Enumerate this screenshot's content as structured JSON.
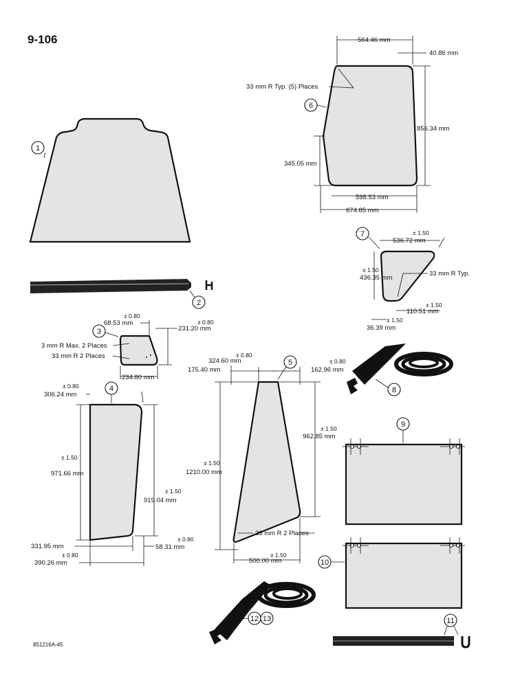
{
  "page": {
    "number": "9-106",
    "figure_code": "851216A-45"
  },
  "callouts": {
    "c1": "1",
    "c2": "2",
    "c3": "3",
    "c4": "4",
    "c5": "5",
    "c6": "6",
    "c7": "7",
    "c8": "8",
    "c9": "9",
    "c10": "10",
    "c11": "11",
    "c12": "12",
    "c13": "13"
  },
  "part6": {
    "top_width": "564.46 mm",
    "offset": "40.86 mm",
    "height": "856.34 mm",
    "lower_height": "345.05 mm",
    "bottom_inner": "598.53 mm",
    "bottom_overall": "674.85 mm",
    "radius_note": "33 mm R Typ. (5) Places"
  },
  "part7": {
    "tol_top": "± 1.50",
    "width": "536.72 mm",
    "tol_left": "± 1.50",
    "height": "436.35 mm",
    "radius_note": "33 mm R Typ.",
    "tol_bottom": "± 1.50",
    "bottom_width": "110.51 mm",
    "tol_offset": "± 1.50",
    "offset": "36.39 mm"
  },
  "part3": {
    "tol_top": "± 0.80",
    "top_width": "68.53 mm",
    "tol_height": "± 0.80",
    "height": "231.20 mm",
    "note_a": "3 mm R Max. 2 Places",
    "note_b": "33 mm R 2 Places",
    "width": "234.80 mm"
  },
  "part4": {
    "tol_top": "± 0.80",
    "top_width": "306.24 mm",
    "tol_height": "± 1.50",
    "height": "971.66 mm",
    "tol_right": "± 1.50",
    "right_height": "919.04 mm",
    "bottom_left": "331.95 mm",
    "tol_offset": "± 0.80",
    "offset": "58.31 mm",
    "tol_bottom": "± 0.80",
    "width": "390.26 mm"
  },
  "part5": {
    "tol_top": "± 0.80",
    "top_width": "324.60 mm",
    "top_left": "175.40 mm",
    "tol_right": "± 0.80",
    "top_right": "162.96 mm",
    "tol_height": "± 1.50",
    "height": "1210.00 mm",
    "tol_right_height": "± 1.50",
    "right_height": "962.85 mm",
    "radius_note": "33 mm R 2 Places",
    "tol_bottom": "± 1.50",
    "bottom_width": "500.00 mm"
  }
}
